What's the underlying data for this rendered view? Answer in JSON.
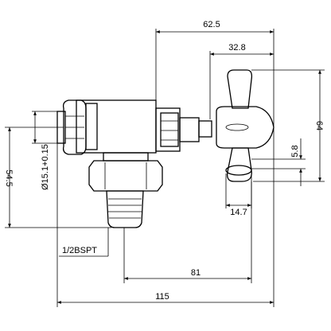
{
  "dimensions": {
    "top_width": "62.5",
    "handle_width": "32.8",
    "total_height": "64",
    "spindle_offset": "5.8",
    "handle_slot": "14.7",
    "bore": "Ø15.1+0.15",
    "inlet_height": "54.5",
    "thread": "1/2BSPT",
    "outlet_length": "81",
    "total_length": "115"
  }
}
